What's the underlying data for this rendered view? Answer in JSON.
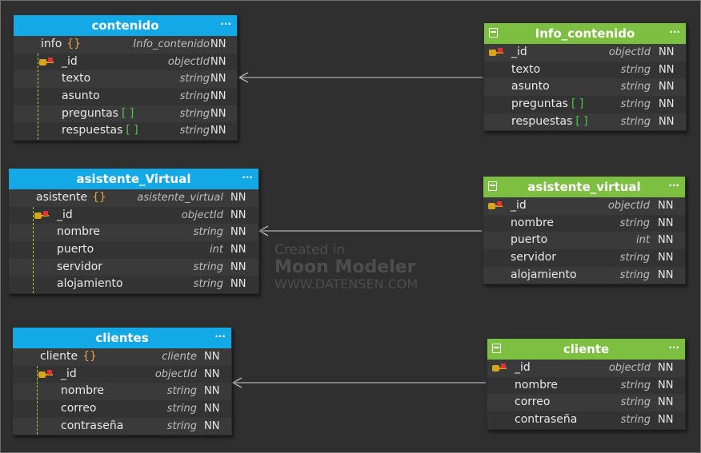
{
  "watermark": {
    "line1": "Created in",
    "line2": "Moon Modeler",
    "line3": "WWW.DATENSEN.COM"
  },
  "menu_glyph": "···",
  "colors": {
    "collection_header": "#12a9e6",
    "document_header": "#7cbf41",
    "background": "#2f2f2f"
  },
  "tables": [
    {
      "id": "contenido",
      "title": "contenido",
      "kind": "collection",
      "rows": [
        {
          "name": "info",
          "marker": "{}",
          "type": "Info_contenido",
          "nn": "NN",
          "level": 0
        },
        {
          "name": "_id",
          "pk": true,
          "type": "objectId",
          "nn": "NN",
          "level": 1
        },
        {
          "name": "texto",
          "type": "string",
          "nn": "NN",
          "level": 1
        },
        {
          "name": "asunto",
          "type": "string",
          "nn": "NN",
          "level": 1
        },
        {
          "name": "preguntas",
          "marker": "[ ]",
          "type": "string",
          "nn": "NN",
          "level": 1
        },
        {
          "name": "respuestas",
          "marker": "[ ]",
          "type": "string",
          "nn": "NN",
          "level": 1
        }
      ]
    },
    {
      "id": "info_contenido",
      "title": "Info_contenido",
      "kind": "document",
      "rows": [
        {
          "name": "_id",
          "pk": true,
          "type": "objectId",
          "nn": "NN",
          "level": 0
        },
        {
          "name": "texto",
          "type": "string",
          "nn": "NN",
          "level": 0
        },
        {
          "name": "asunto",
          "type": "string",
          "nn": "NN",
          "level": 0
        },
        {
          "name": "preguntas",
          "marker": "[ ]",
          "type": "string",
          "nn": "NN",
          "level": 0
        },
        {
          "name": "respuestas",
          "marker": "[ ]",
          "type": "string",
          "nn": "NN",
          "level": 0
        }
      ]
    },
    {
      "id": "asistente_virtual_col",
      "title": "asistente_Virtual",
      "kind": "collection",
      "rows": [
        {
          "name": "asistente",
          "marker": "{}",
          "type": "asistente_virtual",
          "nn": "NN",
          "level": 0
        },
        {
          "name": "_id",
          "pk": true,
          "type": "objectId",
          "nn": "NN",
          "level": 1
        },
        {
          "name": "nombre",
          "type": "string",
          "nn": "NN",
          "level": 1
        },
        {
          "name": "puerto",
          "type": "int",
          "nn": "NN",
          "level": 1
        },
        {
          "name": "servidor",
          "type": "string",
          "nn": "NN",
          "level": 1
        },
        {
          "name": "alojamiento",
          "type": "string",
          "nn": "NN",
          "level": 1
        }
      ]
    },
    {
      "id": "asistente_virtual_doc",
      "title": "asistente_virtual",
      "kind": "document",
      "rows": [
        {
          "name": "_id",
          "pk": true,
          "type": "objectId",
          "nn": "NN",
          "level": 0
        },
        {
          "name": "nombre",
          "type": "string",
          "nn": "NN",
          "level": 0
        },
        {
          "name": "puerto",
          "type": "int",
          "nn": "NN",
          "level": 0
        },
        {
          "name": "servidor",
          "type": "string",
          "nn": "NN",
          "level": 0
        },
        {
          "name": "alojamiento",
          "type": "string",
          "nn": "NN",
          "level": 0
        }
      ]
    },
    {
      "id": "clientes",
      "title": "clientes",
      "kind": "collection",
      "rows": [
        {
          "name": "cliente",
          "marker": "{}",
          "type": "cliente",
          "nn": "NN",
          "level": 0
        },
        {
          "name": "_id",
          "pk": true,
          "type": "objectId",
          "nn": "NN",
          "level": 1
        },
        {
          "name": "nombre",
          "type": "string",
          "nn": "NN",
          "level": 1
        },
        {
          "name": "correo",
          "type": "string",
          "nn": "NN",
          "level": 1
        },
        {
          "name": "contraseña",
          "type": "string",
          "nn": "NN",
          "level": 1
        }
      ]
    },
    {
      "id": "cliente",
      "title": "cliente",
      "kind": "document",
      "rows": [
        {
          "name": "_id",
          "pk": true,
          "type": "objectId",
          "nn": "NN",
          "level": 0
        },
        {
          "name": "nombre",
          "type": "string",
          "nn": "NN",
          "level": 0
        },
        {
          "name": "correo",
          "type": "string",
          "nn": "NN",
          "level": 0
        },
        {
          "name": "contraseña",
          "type": "string",
          "nn": "NN",
          "level": 0
        }
      ]
    }
  ],
  "links": [
    {
      "from": "info_contenido",
      "to": "contenido"
    },
    {
      "from": "asistente_virtual_doc",
      "to": "asistente_virtual_col"
    },
    {
      "from": "cliente",
      "to": "clientes"
    }
  ]
}
